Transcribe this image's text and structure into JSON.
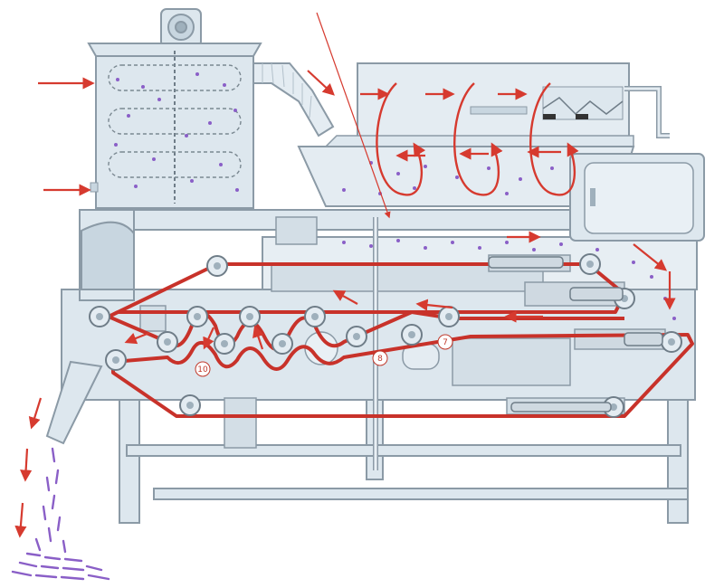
{
  "diagram": {
    "kind": "belt-filter-press-process-flow",
    "colors": {
      "machine_fill": "#dde7ee",
      "machine_stroke": "#8b9aa6",
      "belt": "#c8322a",
      "flow_arrow": "#d63a2f",
      "sludge": "#8a5fc7",
      "background": "#ffffff"
    },
    "components": [
      "motor",
      "flocculation-tank",
      "mixer-shaft",
      "feed-duct",
      "thickening-drum",
      "control-cabinet",
      "frame",
      "filter-belt",
      "press-rollers",
      "tension-cylinders",
      "discharge-chute",
      "sludge-cake-pile"
    ],
    "roller_labels": [
      "10",
      "8",
      "7"
    ]
  }
}
